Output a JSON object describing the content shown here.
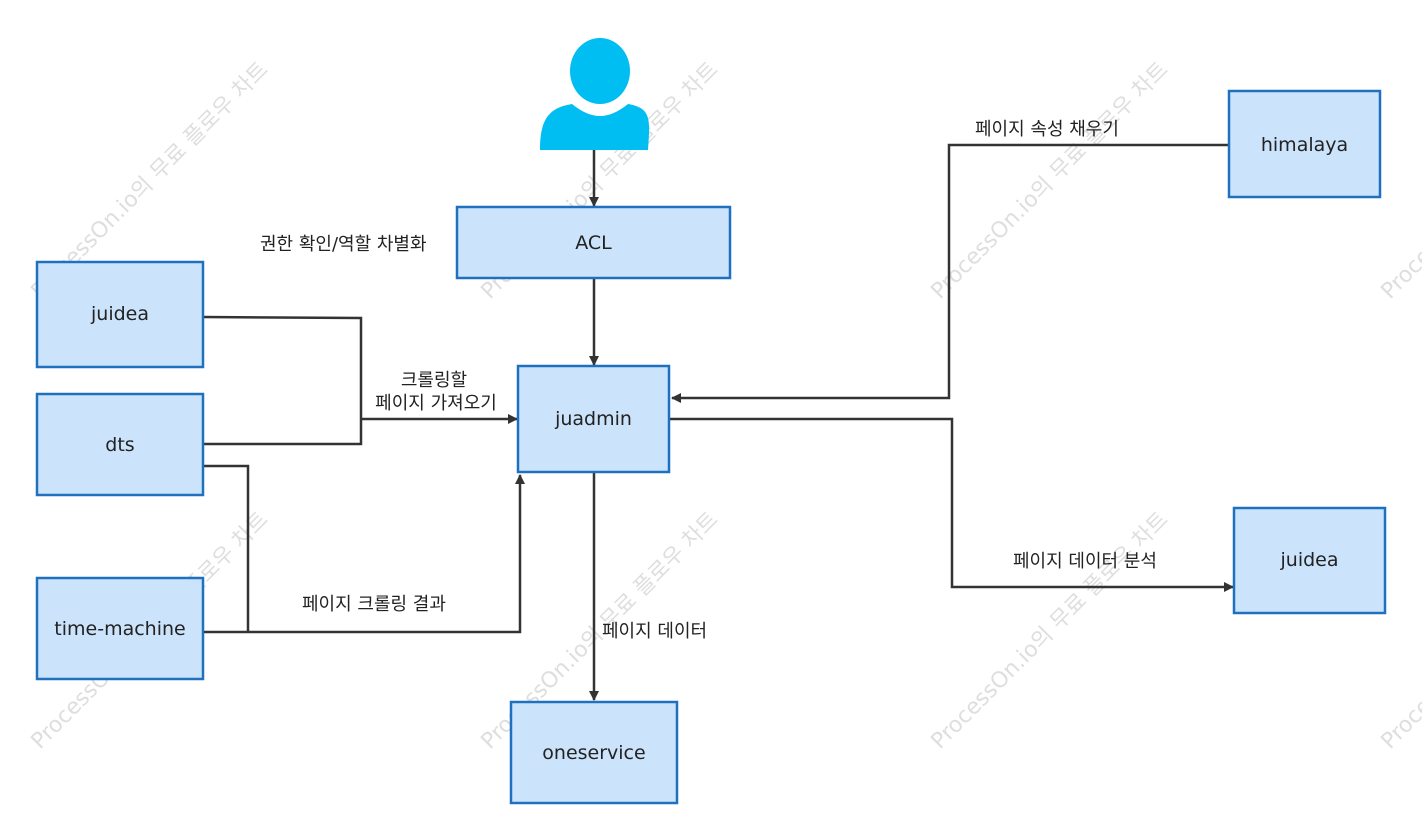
{
  "nodes": {
    "acl": "ACL",
    "juadmin": "juadmin",
    "juidea_left": "juidea",
    "dts": "dts",
    "time_machine": "time-machine",
    "oneservice": "oneservice",
    "himalaya": "himalaya",
    "juidea_right": "juidea"
  },
  "edge_labels": {
    "acl_label": "권한 확인/역할 차별화",
    "crawl_line1": "크롤링할",
    "crawl_line2": "페이지 가져오기",
    "crawl_result": "페이지 크롤링 결과",
    "page_data": "페이지 데이터",
    "fill_attrs": "페이지 속성 채우기",
    "analysis": "페이지 데이터 분석"
  },
  "watermark": "ProcessOn.io의 무료 플로우 차트",
  "colors": {
    "node_fill": "#cce4fb",
    "node_border": "#1f70bf",
    "edge": "#333333",
    "user_icon": "#00bdf2",
    "watermark": "#d9d9d9"
  },
  "icons": {
    "user": "user-icon"
  }
}
